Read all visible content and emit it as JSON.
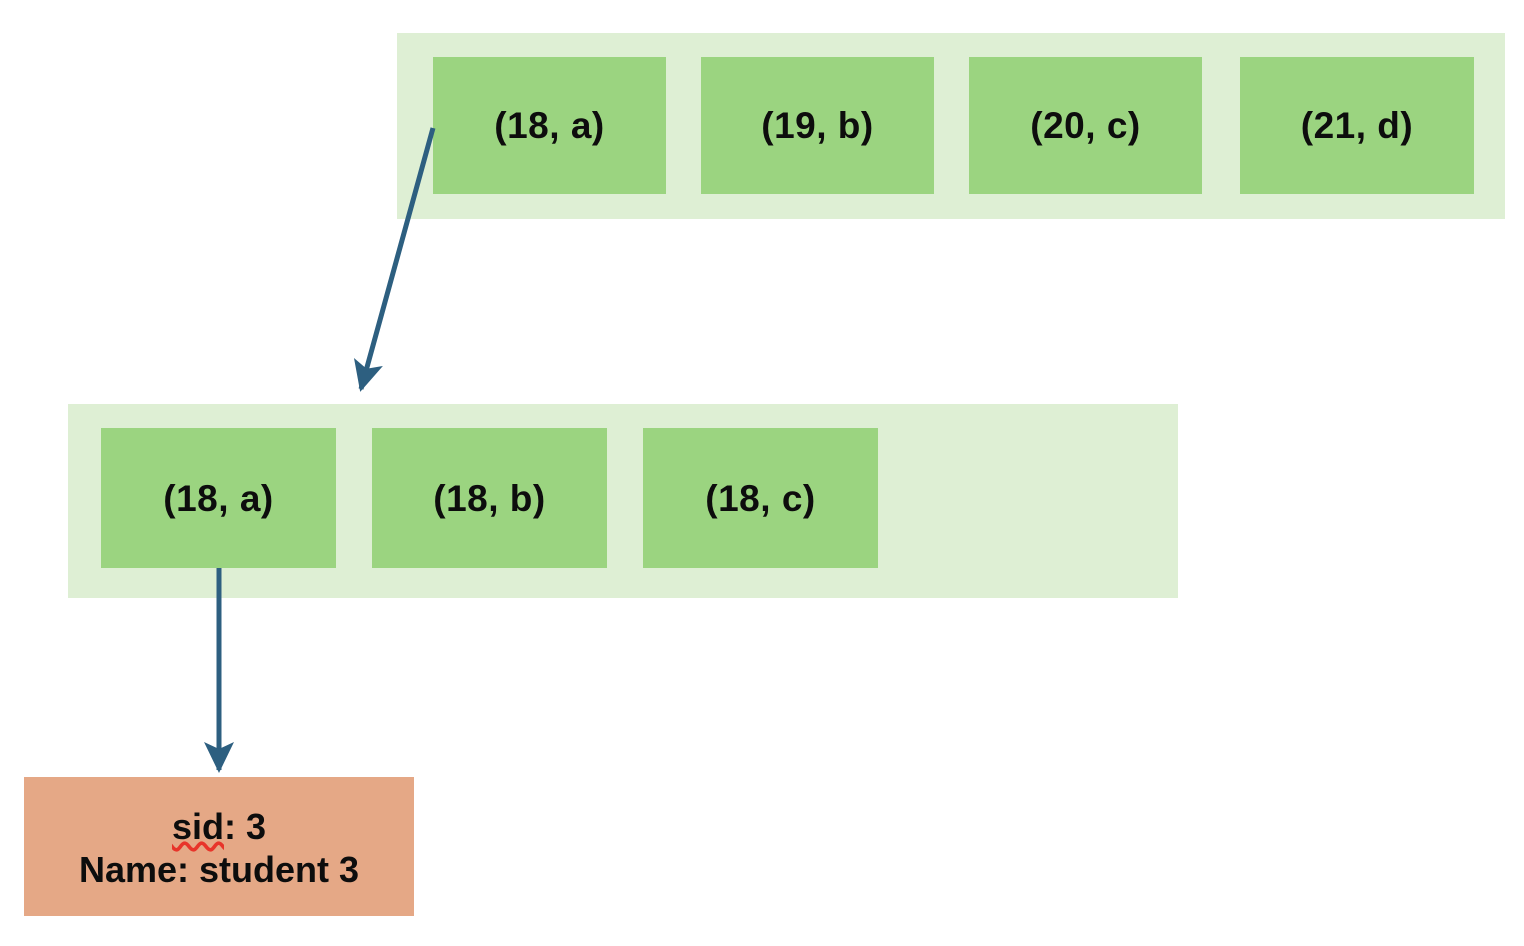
{
  "diagram": {
    "title": "Hash index bucket chain diagram",
    "colors": {
      "cell_fill": "#9bd480",
      "container_fill": "#deefd4",
      "record_fill": "#e5a886",
      "arrow_stroke": "#2d5f80",
      "text": "#0d0d0d",
      "spellcheck_underline": "#e8342a"
    },
    "arrays": [
      {
        "name": "top-array",
        "cells": [
          {
            "label": "(18, a)"
          },
          {
            "label": "(19, b)"
          },
          {
            "label": "(20, c)"
          },
          {
            "label": "(21, d)"
          }
        ]
      },
      {
        "name": "bottom-array",
        "cells": [
          {
            "label": "(18, a)"
          },
          {
            "label": "(18, b)"
          },
          {
            "label": "(18, c)"
          }
        ]
      }
    ],
    "record": {
      "line1_prefix": "sid",
      "line1_suffix": ": 3",
      "line2": "Name: student 3"
    },
    "arrows": [
      {
        "name": "top-cell-to-bottom-array",
        "from": "top-array cell (18, a)",
        "to": "bottom-array"
      },
      {
        "name": "bottom-cell-to-record",
        "from": "bottom-array cell (18, a)",
        "to": "record"
      }
    ]
  }
}
